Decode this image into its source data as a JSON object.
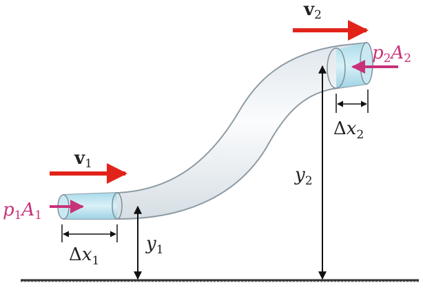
{
  "labels": {
    "v1": "v",
    "v1_sub": "1",
    "v2": "v",
    "v2_sub": "2",
    "p1A1": {
      "p": "p",
      "p_sub": "1",
      "A": "A",
      "A_sub": "1"
    },
    "p2A2": {
      "p": "p",
      "p_sub": "2",
      "A": "A",
      "A_sub": "2"
    },
    "dx1": {
      "delta": "Δ",
      "x": "x",
      "sub": "1"
    },
    "dx2": {
      "delta": "Δ",
      "x": "x",
      "sub": "2"
    },
    "y1": {
      "y": "y",
      "sub": "1"
    },
    "y2": {
      "y": "y",
      "sub": "2"
    }
  },
  "colors": {
    "velocity_arrow": "#e2231a",
    "force_arrow": "#c8327a",
    "force_label": "#c8327a",
    "text": "#222222",
    "pipe_fill": "#eef3f6",
    "pipe_stroke": "#8d9aa3",
    "fluid_section": "#b9e3ef",
    "ground": "#333333"
  }
}
